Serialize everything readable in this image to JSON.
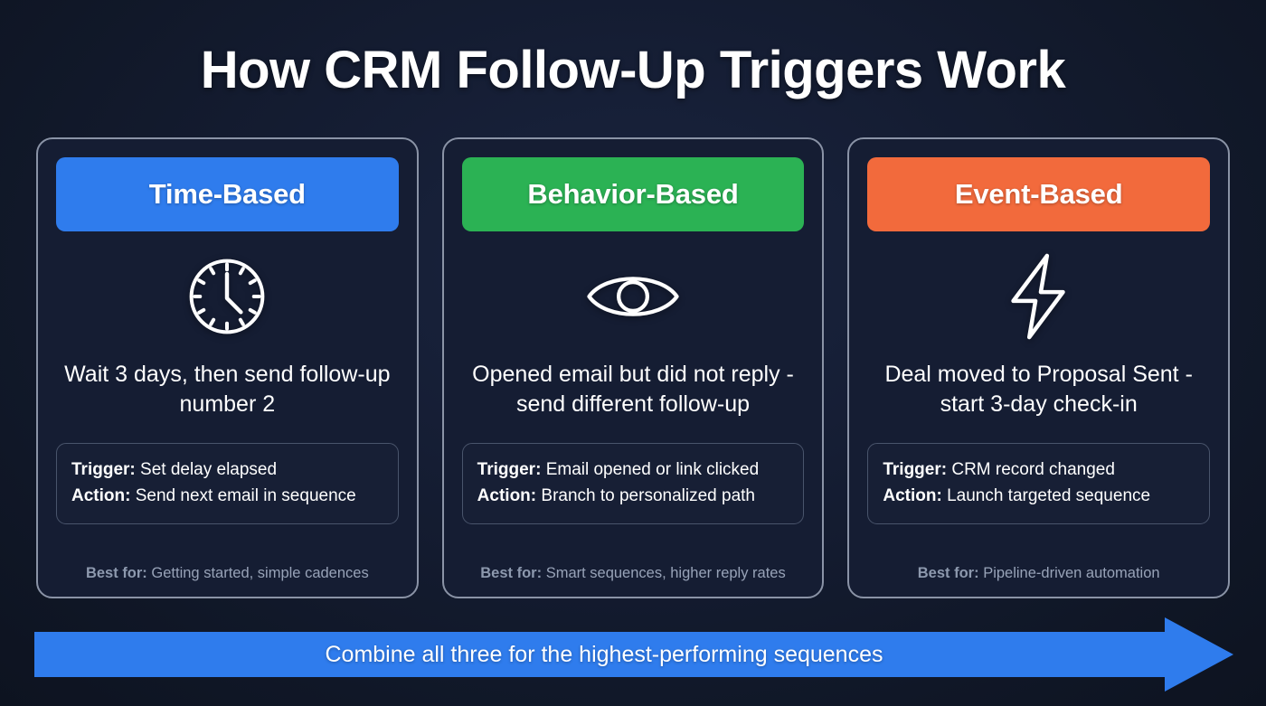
{
  "page": {
    "title": "How CRM Follow-Up Triggers Work",
    "background_color": "#141c31"
  },
  "cards": [
    {
      "badge_label": "Time-Based",
      "badge_color": "#2f7ced",
      "icon": "clock-icon",
      "description": "Wait 3 days, then send follow-up number 2",
      "trigger_label": "Trigger:",
      "trigger_value": "Set delay elapsed",
      "action_label": "Action:",
      "action_value": "Send next email in sequence",
      "best_for_label": "Best for:",
      "best_for_value": "Getting started, simple cadences"
    },
    {
      "badge_label": "Behavior-Based",
      "badge_color": "#2bb254",
      "icon": "eye-icon",
      "description": "Opened email but did not reply - send different follow-up",
      "trigger_label": "Trigger:",
      "trigger_value": "Email opened or link clicked",
      "action_label": "Action:",
      "action_value": "Branch to personalized path",
      "best_for_label": "Best for:",
      "best_for_value": "Smart sequences, higher reply rates"
    },
    {
      "badge_label": "Event-Based",
      "badge_color": "#f26a3c",
      "icon": "lightning-bolt-icon",
      "description": "Deal moved to Proposal Sent - start 3-day check-in",
      "trigger_label": "Trigger:",
      "trigger_value": "CRM record changed",
      "action_label": "Action:",
      "action_value": "Launch targeted sequence",
      "best_for_label": "Best for:",
      "best_for_value": "Pipeline-driven automation"
    }
  ],
  "banner": {
    "label": "Combine all three for the highest-performing sequences",
    "color": "#2f7ced",
    "icon": "right-arrow-icon"
  }
}
